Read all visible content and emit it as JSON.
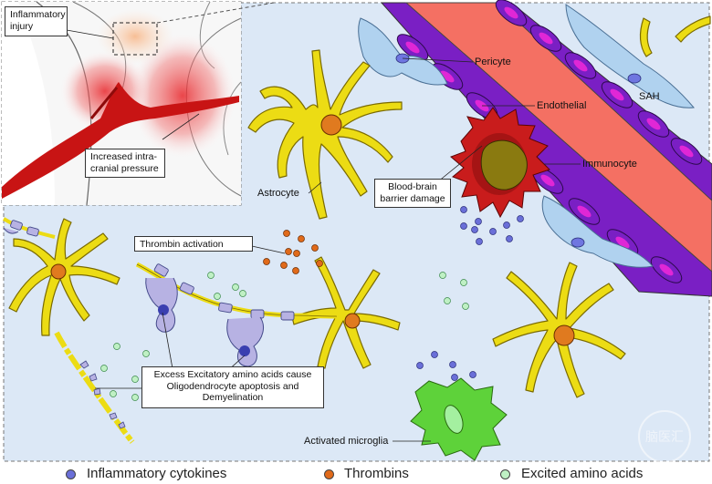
{
  "labels": {
    "inflammatory_injury": [
      "Inflammatory",
      "injury"
    ],
    "increased_icp": [
      "Increased intra-",
      "cranial pressure"
    ],
    "pericyte": "Pericyte",
    "endothelial": "Endothelial",
    "sah": "SAH",
    "immunocyte": "Immunocyte",
    "astrocyte": "Astrocyte",
    "bbb_damage": [
      "Blood-brain",
      "barrier damage"
    ],
    "thrombin_activation": "Thrombin activation",
    "excess_excitatory": [
      "Excess Excitatory amino acids cause",
      "Oligodendrocyte apoptosis and",
      "Demyelination"
    ],
    "activated_microglia": "Activated microglia"
  },
  "legend": [
    {
      "label": "Inflammatory cytokines",
      "color": "#6a6fd8"
    },
    {
      "label": "Thrombins",
      "color": "#e06a1a"
    },
    {
      "label": "Excited amino acids",
      "color": "#bff0c4"
    }
  ],
  "colors": {
    "background_panel": "#dce8f6",
    "astrocyte": "#ecdc14",
    "astrocyte_nucleus": "#e07a1f",
    "vessel": "#f47063",
    "endothelial_cell": "#7a1fc4",
    "pericyte": "#b0d2ef",
    "immunocyte": "#c91c1c",
    "immunocyte_nucleus": "#8a7a10",
    "microglia": "#5ed23a",
    "oligodendrocyte": "#b7b2e3",
    "brain_hemorrhage": "#c81414"
  },
  "watermark": "脑医汇"
}
